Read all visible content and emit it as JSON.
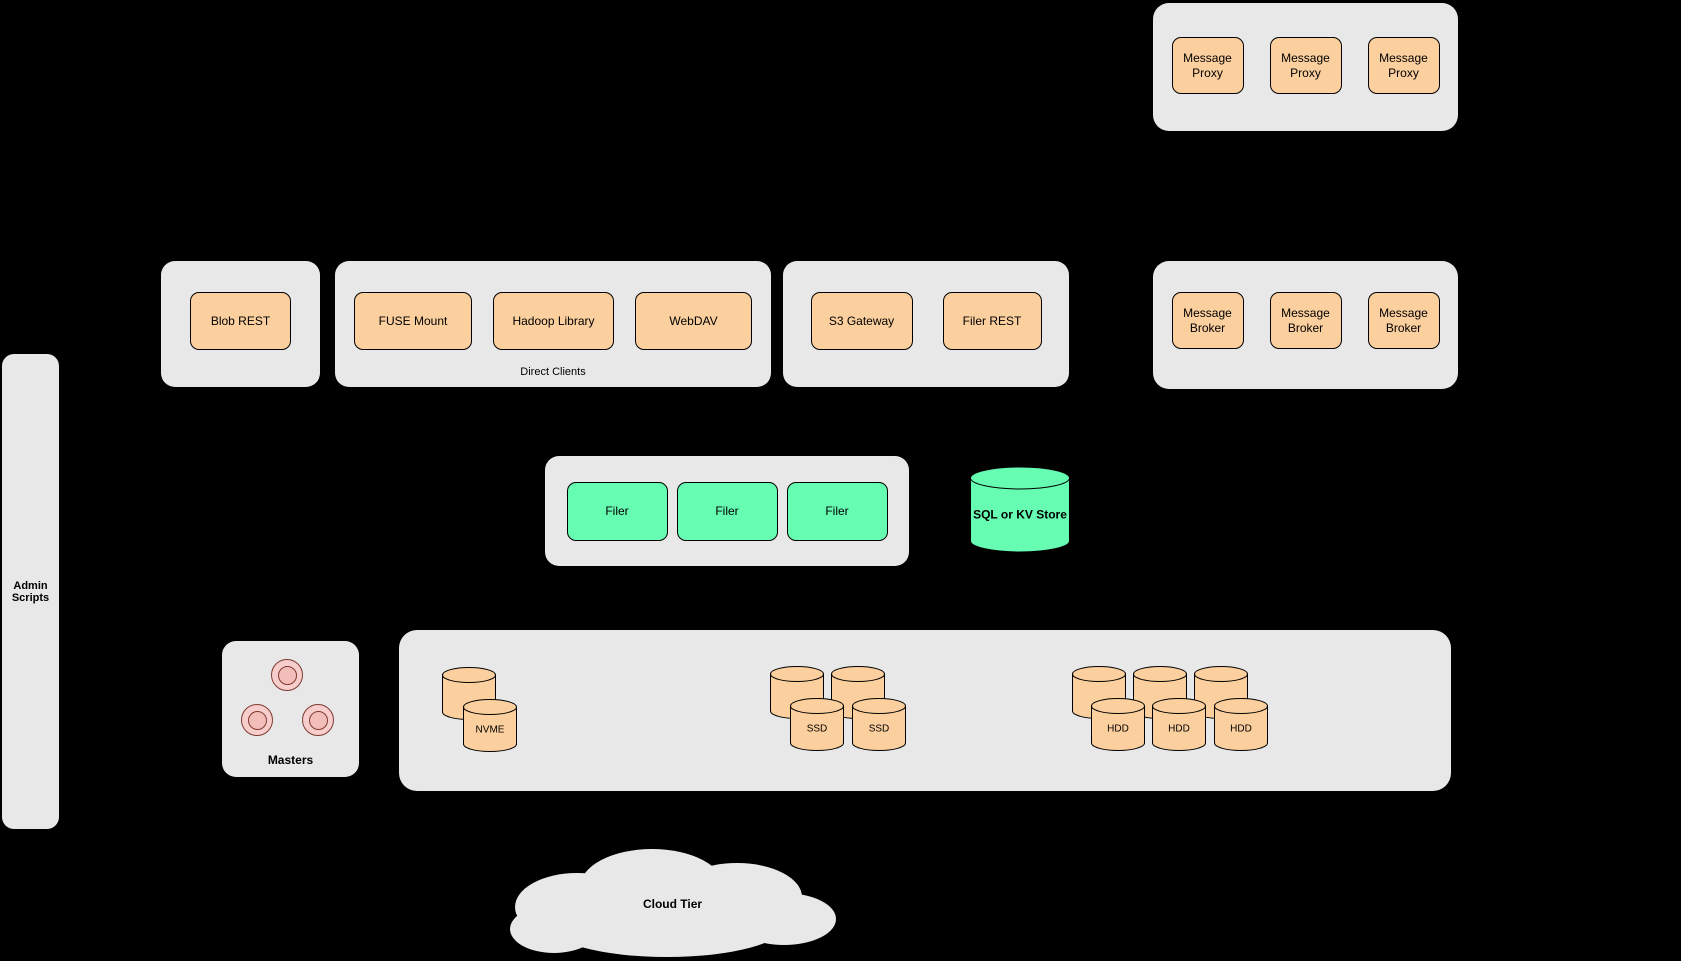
{
  "colors": {
    "background": "#000000",
    "panel_gray": "#e8e8e8",
    "node_orange": "#fbcf9e",
    "node_green": "#66fcb2",
    "master_pink": "#f8cecc"
  },
  "admin": {
    "label": "Admin Scripts"
  },
  "proxy_panel": {
    "items": [
      "Message Proxy",
      "Message Proxy",
      "Message Proxy"
    ]
  },
  "blob_panel": {
    "items": [
      "Blob REST"
    ]
  },
  "direct_clients_panel": {
    "caption": "Direct Clients",
    "items": [
      "FUSE Mount",
      "Hadoop Library",
      "WebDAV"
    ]
  },
  "gateway_panel": {
    "items": [
      "S3 Gateway",
      "Filer REST"
    ]
  },
  "broker_panel": {
    "items": [
      "Message Broker",
      "Message Broker",
      "Message Broker"
    ]
  },
  "filer_panel": {
    "items": [
      "Filer",
      "Filer",
      "Filer"
    ]
  },
  "metadata_store": {
    "label": "SQL or KV Store"
  },
  "masters_panel": {
    "label": "Masters"
  },
  "volume_panel": {
    "nvme_label": "NVME",
    "ssd_labels": [
      "SSD",
      "SSD"
    ],
    "hdd_labels": [
      "HDD",
      "HDD",
      "HDD"
    ]
  },
  "cloud": {
    "label": "Cloud Tier"
  }
}
